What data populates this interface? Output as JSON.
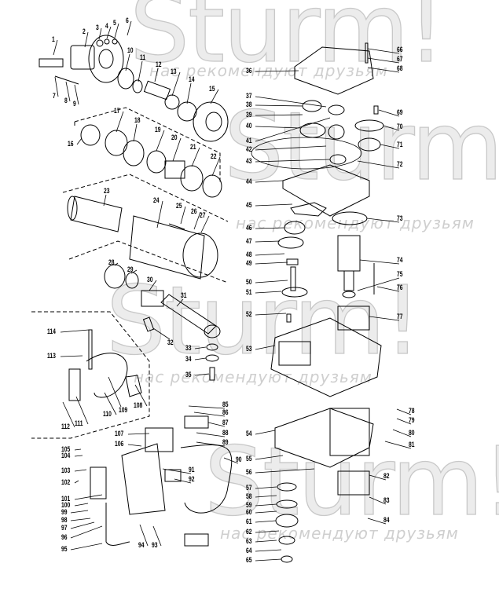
{
  "watermark": {
    "brand": "Sturm!",
    "slogan": "нас рекомендуют друзьям"
  },
  "labels": [
    "1",
    "2",
    "3",
    "4",
    "5",
    "6",
    "7",
    "8",
    "9",
    "10",
    "11",
    "12",
    "13",
    "14",
    "15",
    "16",
    "17",
    "18",
    "19",
    "20",
    "21",
    "22",
    "23",
    "24",
    "25",
    "26",
    "27",
    "28",
    "29",
    "30",
    "31",
    "32",
    "33",
    "34",
    "35",
    "36",
    "37",
    "38",
    "39",
    "40",
    "41",
    "42",
    "43",
    "44",
    "45",
    "46",
    "47",
    "48",
    "49",
    "50",
    "51",
    "52",
    "53",
    "54",
    "55",
    "56",
    "57",
    "58",
    "59",
    "60",
    "61",
    "62",
    "63",
    "64",
    "65",
    "66",
    "67",
    "68",
    "69",
    "70",
    "71",
    "72",
    "73",
    "74",
    "75",
    "76",
    "77",
    "78",
    "79",
    "80",
    "81",
    "82",
    "83",
    "84",
    "85",
    "86",
    "87",
    "88",
    "89",
    "90",
    "91",
    "92",
    "93",
    "94",
    "95",
    "96",
    "97",
    "98",
    "99",
    "100",
    "101",
    "102",
    "103",
    "104",
    "105",
    "106",
    "107",
    "108",
    "109",
    "110",
    "111",
    "112",
    "113",
    "114"
  ]
}
